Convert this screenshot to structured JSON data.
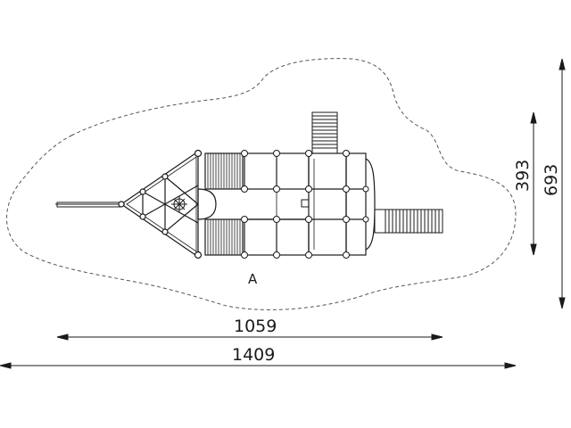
{
  "drawing": {
    "type": "playground equipment top-view plan",
    "units": "cm",
    "zone_label": "A",
    "dimensions": {
      "horizontal_inner": "1059",
      "horizontal_outer": "1409",
      "vertical_inner": "393",
      "vertical_outer": "693"
    }
  },
  "colors": {
    "line": "#1a1a1a",
    "background": "#ffffff"
  }
}
